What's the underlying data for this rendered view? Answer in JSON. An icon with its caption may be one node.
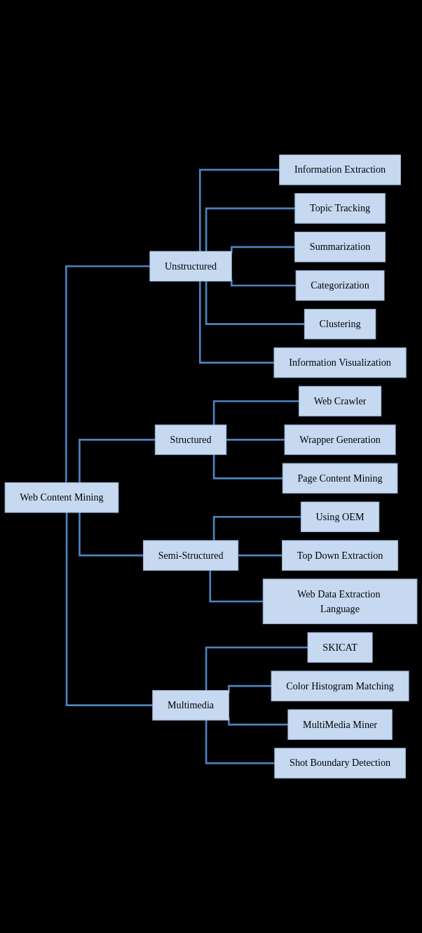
{
  "diagram": {
    "nodes": [
      {
        "text": [
          "Web Content Mining"
        ]
      },
      {
        "text": [
          "Unstructured"
        ]
      },
      {
        "text": [
          "Information Extraction"
        ]
      },
      {
        "text": [
          "Topic Tracking"
        ]
      },
      {
        "text": [
          "Summarization"
        ]
      },
      {
        "text": [
          "Categorization"
        ]
      },
      {
        "text": [
          "Clustering"
        ]
      },
      {
        "text": [
          "Information Visualization"
        ]
      },
      {
        "text": [
          "Structured"
        ]
      },
      {
        "text": [
          "Web Crawler"
        ]
      },
      {
        "text": [
          "Wrapper Generation"
        ]
      },
      {
        "text": [
          "Page Content Mining"
        ]
      },
      {
        "text": [
          "Semi-Structured"
        ]
      },
      {
        "text": [
          "Using OEM"
        ]
      },
      {
        "text": [
          "Top Down Extraction"
        ]
      },
      {
        "text": [
          "Web Data Extraction Language"
        ]
      },
      {
        "text": [
          "Multimedia"
        ]
      },
      {
        "text": [
          "SKICAT"
        ]
      },
      {
        "text": [
          "Color Histogram Matching"
        ]
      },
      {
        "text": [
          "MultiMedia Miner"
        ]
      },
      {
        "text": [
          "Shot Boundary Detection"
        ]
      }
    ],
    "edges": [
      {
        "from": 0,
        "to": 1,
        "arrow": "none"
      },
      {
        "from": 1,
        "to": 2,
        "arrow": "none"
      },
      {
        "from": 1,
        "to": 3,
        "arrow": "none"
      },
      {
        "from": 1,
        "to": 4,
        "arrow": "none"
      },
      {
        "from": 1,
        "to": 5,
        "arrow": "none"
      },
      {
        "from": 1,
        "to": 6,
        "arrow": "none"
      },
      {
        "from": 1,
        "to": 7,
        "arrow": "none"
      },
      {
        "from": 0,
        "to": 8,
        "arrow": "none"
      },
      {
        "from": 8,
        "to": 9,
        "arrow": "none"
      },
      {
        "from": 8,
        "to": 10,
        "arrow": "none"
      },
      {
        "from": 8,
        "to": 11,
        "arrow": "none"
      },
      {
        "from": 0,
        "to": 12,
        "arrow": "none"
      },
      {
        "from": 12,
        "to": 13,
        "arrow": "none"
      },
      {
        "from": 12,
        "to": 14,
        "arrow": "none"
      },
      {
        "from": 12,
        "to": 15,
        "arrow": "none"
      },
      {
        "from": 0,
        "to": 16,
        "arrow": "none"
      },
      {
        "from": 16,
        "to": 17,
        "arrow": "none"
      },
      {
        "from": 16,
        "to": 18,
        "arrow": "none"
      },
      {
        "from": 16,
        "to": 19,
        "arrow": "none"
      },
      {
        "from": 16,
        "to": 20,
        "arrow": "none"
      }
    ]
  }
}
